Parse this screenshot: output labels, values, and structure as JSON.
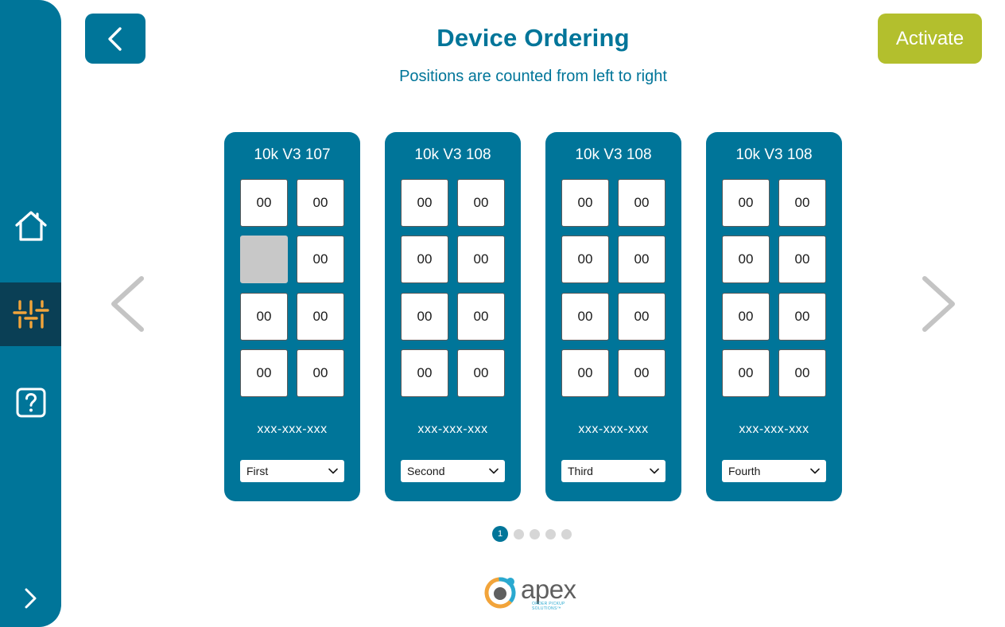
{
  "header": {
    "title": "Device Ordering",
    "subtitle": "Positions are counted from left to right",
    "activate_label": "Activate"
  },
  "sidebar": {
    "items": [
      {
        "name": "home",
        "icon": "home-icon"
      },
      {
        "name": "settings",
        "icon": "sliders-icon",
        "active": true
      },
      {
        "name": "help",
        "icon": "help-icon"
      }
    ],
    "expand_icon": "chevron-right-icon"
  },
  "colors": {
    "primary": "#007599",
    "sidebar_active": "#0a3f55",
    "accent": "#b3bf2d",
    "empty_slot": "#c8c8c8",
    "arrow": "#c4c4c4"
  },
  "devices": [
    {
      "name": "10k V3 107",
      "slots": [
        "00",
        "00",
        "",
        "00",
        "00",
        "00",
        "00",
        "00"
      ],
      "serial": "xxx-xxx-xxx",
      "position": "First"
    },
    {
      "name": "10k V3 108",
      "slots": [
        "00",
        "00",
        "00",
        "00",
        "00",
        "00",
        "00",
        "00"
      ],
      "serial": "xxx-xxx-xxx",
      "position": "Second"
    },
    {
      "name": "10k V3 108",
      "slots": [
        "00",
        "00",
        "00",
        "00",
        "00",
        "00",
        "00",
        "00"
      ],
      "serial": "xxx-xxx-xxx",
      "position": "Third"
    },
    {
      "name": "10k V3 108",
      "slots": [
        "00",
        "00",
        "00",
        "00",
        "00",
        "00",
        "00",
        "00"
      ],
      "serial": "xxx-xxx-xxx",
      "position": "Fourth"
    }
  ],
  "pagination": {
    "current": "1",
    "total_pages": 5
  },
  "logo": {
    "word": "apex",
    "tagline_1": "ORDER PICKUP",
    "tagline_2": "SOLUTIONS™"
  }
}
